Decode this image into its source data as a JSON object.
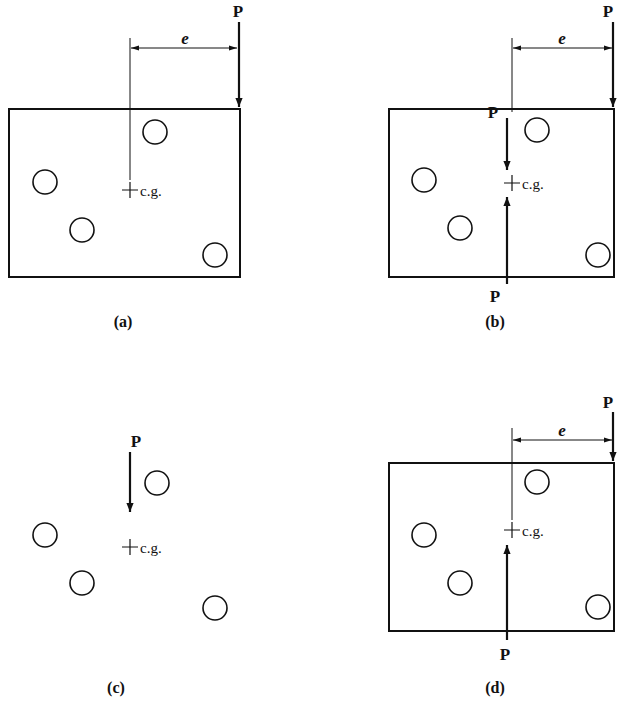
{
  "diagram": {
    "nodes": [
      {
        "text": [
          "c.g."
        ]
      },
      {
        "text": [
          "c.g."
        ]
      },
      {
        "text": [
          "c.g."
        ]
      },
      {
        "text": [
          "c.g."
        ]
      }
    ],
    "labels": [
      "P",
      "e",
      "(a)",
      "P",
      "e",
      "P",
      "P",
      "(b)",
      "P",
      "(c)",
      "P",
      "e",
      "P",
      "(d)"
    ]
  }
}
